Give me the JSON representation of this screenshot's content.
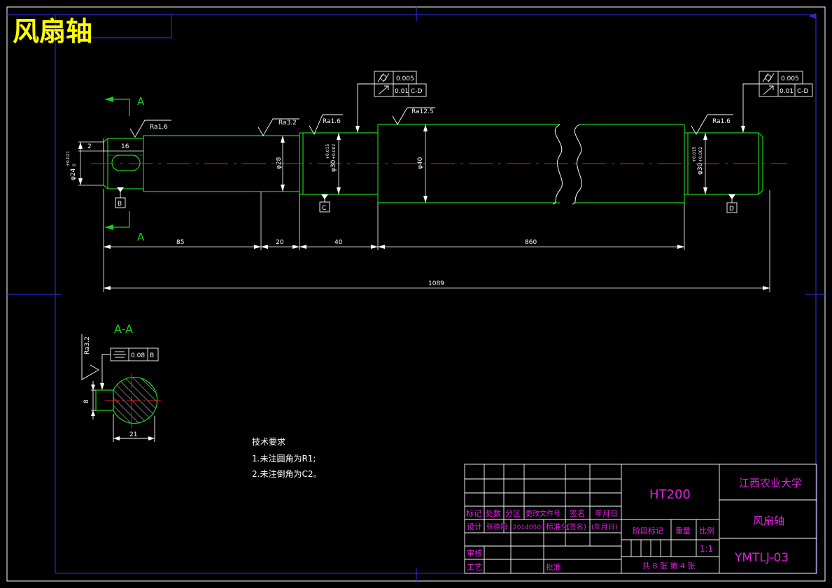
{
  "title": "风扇轴",
  "section_marks": {
    "letter": "A",
    "view_label": "A-A"
  },
  "datums": {
    "b": "B",
    "c": "C",
    "d": "D"
  },
  "roughness": {
    "r1": "Ra1.6",
    "r2": "Ra3.2",
    "r3": "Ra1.6",
    "r4": "Ra12.5",
    "r5": "Ra1.6",
    "r6": "Ra3.2"
  },
  "tolerance_frames": {
    "left": {
      "row1_value": "0.005",
      "row2_value": "0.01",
      "row2_ref": "C-D"
    },
    "right": {
      "row1_value": "0.005",
      "row2_value": "0.01",
      "row2_ref": "C-D"
    },
    "section": {
      "value": "0.08",
      "ref": "B"
    }
  },
  "dims": {
    "d2": "2",
    "d16": "16",
    "phi24": "φ24",
    "phi24_tol_u": "+0.021",
    "phi24_tol_l": "0",
    "phi28": "φ28",
    "phi30a": "φ30",
    "phi30a_tol_u": "+0.015",
    "phi30a_tol_l": "+0.002",
    "phi40": "φ40",
    "phi30b": "φ30",
    "phi30b_tol_u": "+0.015",
    "phi30b_tol_l": "+0.002",
    "d85": "85",
    "d20": "20",
    "d40": "40",
    "d860": "860",
    "d1089": "1089",
    "sec8": "8",
    "sec21": "21"
  },
  "notes": {
    "heading": "技术要求",
    "line1": "1.未注圆角为R1;",
    "line2": "2.未注倒角为C2。"
  },
  "title_block": {
    "hdr": [
      "标记",
      "处数",
      "分区",
      "更改文件号",
      "签名",
      "年月日"
    ],
    "designer_row": [
      "设计",
      "张德阳",
      "20140503",
      "标准化",
      "(签名)",
      "(年月日)"
    ],
    "review": "审核",
    "process": "工艺",
    "approve": "批准",
    "material": "HT200",
    "stage_mark": "阶段标记",
    "weight": "重量",
    "scale_label": "比例",
    "scale": "1:1",
    "sheets": "共 8 张 第 4 张",
    "school": "江西农业大学",
    "part_name": "风扇轴",
    "drawing_no": "YMTLJ-03"
  }
}
